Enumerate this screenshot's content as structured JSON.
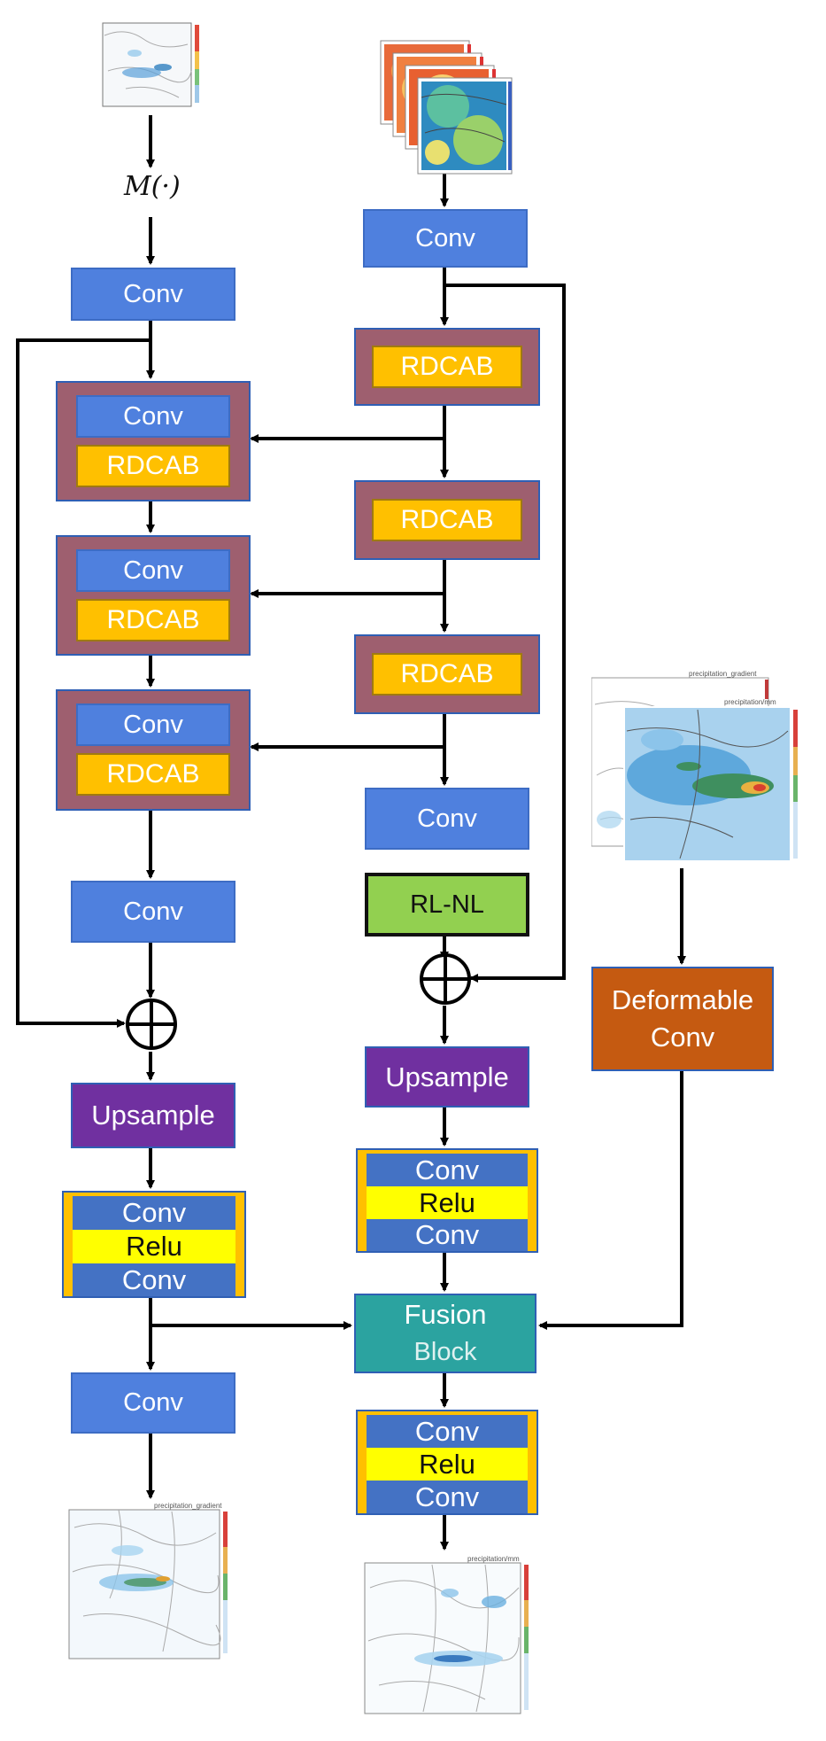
{
  "operator": "M(·)",
  "labels": {
    "conv": "Conv",
    "rdcab": "RDCAB",
    "relu": "Relu",
    "upsample": "Upsample",
    "rlnl": "RL-NL",
    "deformable_line1": "Deformable",
    "deformable_line2": "Conv",
    "fusion_line1": "Fusion",
    "fusion_line2": "Block"
  },
  "maps": {
    "input_top_left": "",
    "input_stack": "",
    "side_gradient": "precipitation_gradient",
    "side_precip": "precipitation/mm",
    "output_gradient": "precipitation_gradient",
    "output_precip": "precipitation/mm"
  },
  "colors": {
    "conv": "#4f80de",
    "rdcab": "#ffc000",
    "rdcab_frame": "#9e5f6f",
    "relu": "#ffff00",
    "upsample": "#7030a0",
    "rlnl": "#92d050",
    "deformable": "#c55a11",
    "fusion": "#2ba3a0"
  }
}
